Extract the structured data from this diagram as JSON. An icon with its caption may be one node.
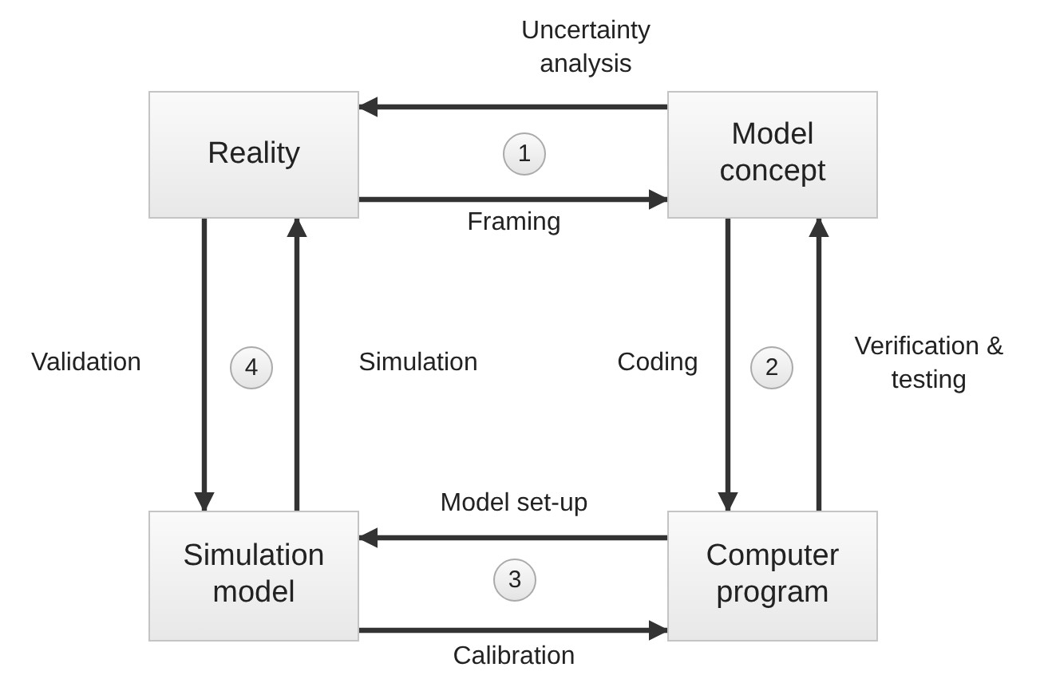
{
  "diagram": {
    "nodes": [
      {
        "text": [
          "Reality"
        ]
      },
      {
        "text": [
          "Model concept"
        ]
      },
      {
        "text": [
          "Simulation model"
        ]
      },
      {
        "text": [
          "Computer program"
        ]
      },
      {
        "text": [
          "1"
        ]
      },
      {
        "text": [
          "2"
        ]
      },
      {
        "text": [
          "3"
        ]
      },
      {
        "text": [
          "4"
        ]
      }
    ],
    "edges": [
      {
        "from": 1,
        "to": 0,
        "arrow": "to",
        "label": "Uncertainty analysis"
      },
      {
        "from": 0,
        "to": 1,
        "arrow": "to",
        "label": "Framing"
      },
      {
        "from": 1,
        "to": 3,
        "arrow": "to",
        "label": "Coding"
      },
      {
        "from": 3,
        "to": 1,
        "arrow": "to",
        "label": "Verification & testing"
      },
      {
        "from": 3,
        "to": 2,
        "arrow": "to",
        "label": "Model set-up"
      },
      {
        "from": 2,
        "to": 3,
        "arrow": "to",
        "label": "Calibration"
      },
      {
        "from": 0,
        "to": 2,
        "arrow": "to",
        "label": "Validation"
      },
      {
        "from": 2,
        "to": 0,
        "arrow": "to",
        "label": "Simulation"
      }
    ]
  }
}
